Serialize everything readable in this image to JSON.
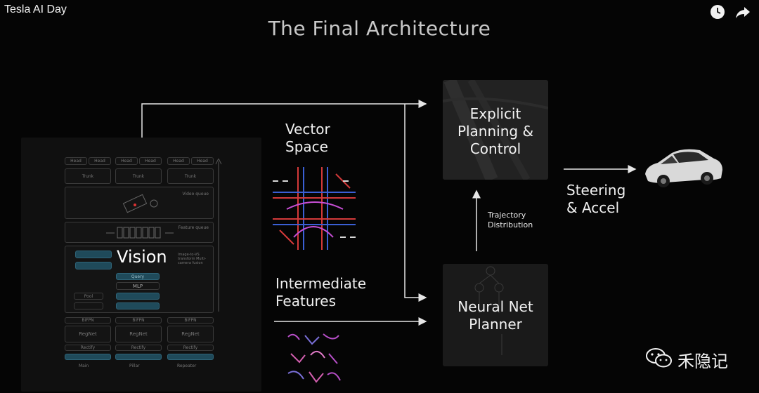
{
  "header": {
    "video_title": "Tesla AI Day",
    "icons": [
      "clock-icon",
      "share-arrow-icon"
    ]
  },
  "slide": {
    "title": "The Final Architecture",
    "vision": {
      "label": "Vision",
      "heads": [
        "Head",
        "Head",
        "Head",
        "Head",
        "Head",
        "Head"
      ],
      "trunks": [
        "Trunk",
        "Trunk",
        "Trunk"
      ],
      "video_queue": "Video queue",
      "feature_queue": "Feature queue",
      "fusion_text": "Image-to-VS transform Multi-camera fusion",
      "query": "Query",
      "mlp": "MLP",
      "pool": "Pool",
      "bifpn": [
        "BiFPN",
        "BiFPN",
        "BiFPN"
      ],
      "regnet": [
        "RegNet",
        "RegNet",
        "RegNet"
      ],
      "rectify": [
        "Rectify",
        "Rectify",
        "Rectify"
      ],
      "cameras": [
        "Main",
        "Pillar",
        "Repeater"
      ]
    },
    "vector_space": {
      "line1": "Vector",
      "line2": "Space"
    },
    "intermediate": {
      "line1": "Intermediate",
      "line2": "Features"
    },
    "planning": {
      "line1": "Explicit",
      "line2": "Planning &",
      "line3": "Control"
    },
    "planner": {
      "line1": "Neural Net",
      "line2": "Planner"
    },
    "trajectory": {
      "line1": "Trajectory",
      "line2": "Distribution"
    },
    "output": {
      "line1": "Steering",
      "line2": "& Accel"
    }
  },
  "watermark": {
    "text": "禾隐记",
    "icon": "wechat-icon"
  },
  "colors": {
    "background": "#050505",
    "teal": "#1f4a5a",
    "box": "#1e1e1e"
  }
}
